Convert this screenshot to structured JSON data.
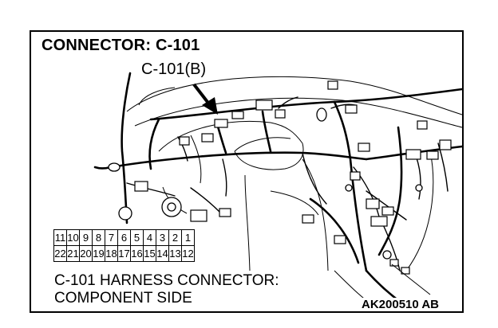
{
  "title": "CONNECTOR: C-101",
  "callout_label": "C-101(B)",
  "pin_rows": [
    [
      "11",
      "10",
      "9",
      "8",
      "7",
      "6",
      "5",
      "4",
      "3",
      "2",
      "1"
    ],
    [
      "22",
      "21",
      "20",
      "19",
      "18",
      "17",
      "16",
      "15",
      "14",
      "13",
      "12"
    ]
  ],
  "caption_line1": "C-101 HARNESS CONNECTOR:",
  "caption_line2": "COMPONENT SIDE",
  "figure_code": "AK200510 AB"
}
